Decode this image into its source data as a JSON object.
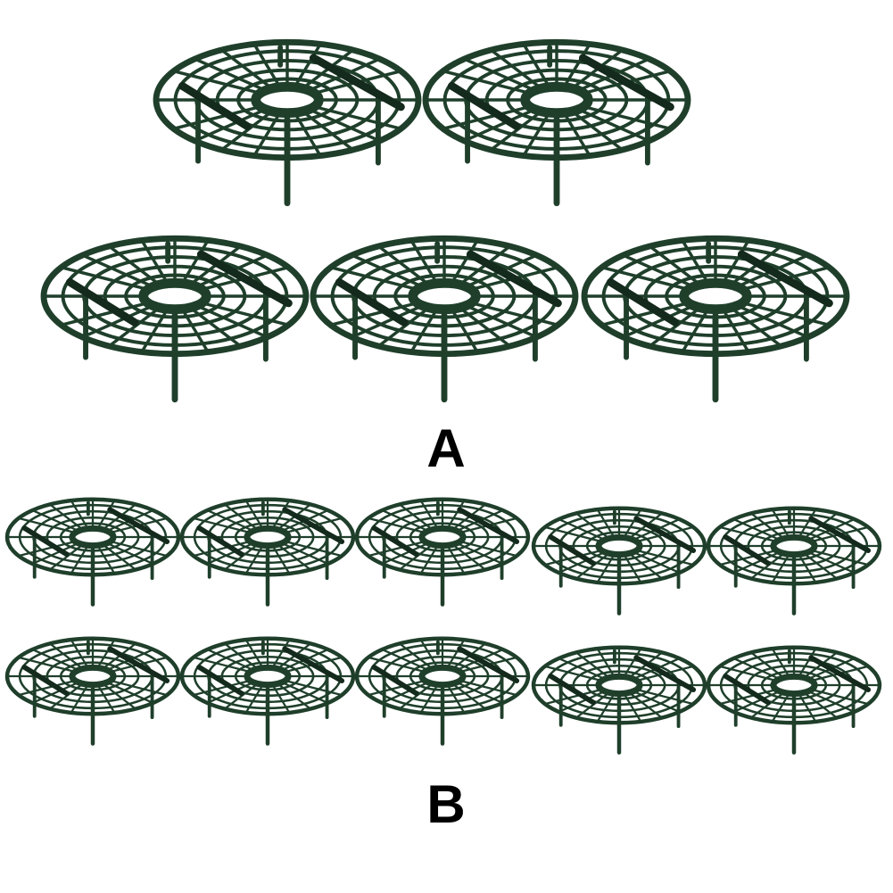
{
  "labels": {
    "group_a": "A",
    "group_b": "B"
  },
  "colors": {
    "plastic": "#1f3f2b",
    "plastic_dark": "#142a1c",
    "background": "#ffffff",
    "label": "#000000"
  },
  "groups": {
    "a": {
      "label_ref": "A",
      "count": 5
    },
    "b": {
      "label_ref": "B",
      "count": 10
    }
  },
  "item": {
    "name": "strawberry-support-ring-icon"
  }
}
